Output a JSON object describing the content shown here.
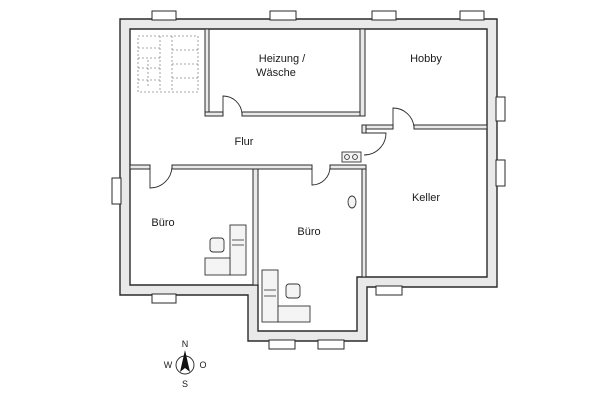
{
  "rooms": {
    "heizung_line1": "Heizung /",
    "heizung_line2": "Wäsche",
    "hobby": "Hobby",
    "flur": "Flur",
    "keller": "Keller",
    "buero_left": "Büro",
    "buero_center": "Büro"
  },
  "compass": {
    "north": "N",
    "west": "W",
    "east": "O",
    "south": "S"
  },
  "colors": {
    "wall": "#e9e9e9",
    "line": "#2a2a2a"
  }
}
